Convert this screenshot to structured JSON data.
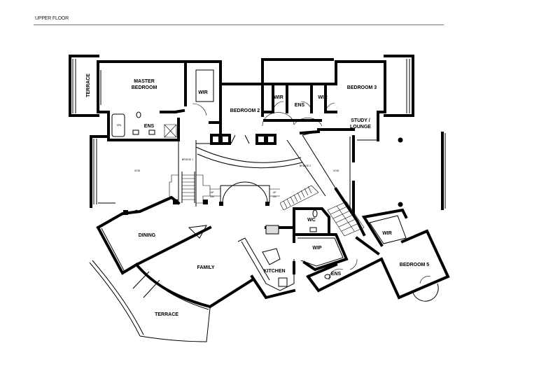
{
  "header": {
    "title": "UPPER FLOOR"
  },
  "rooms": {
    "terrace_top": "TERRACE",
    "master_bedroom_1": "MASTER",
    "master_bedroom_2": "BEDROOM",
    "wir_master": "WIR",
    "bedroom2": "BEDROOM 2",
    "wir_a": "WIR",
    "ens_mid": "ENS",
    "wir_b": "WIR",
    "bedroom3": "BEDROOM 3",
    "study_1": "STUDY /",
    "study_2": "LOUNGE",
    "ens_master": "ENS",
    "spa": "SPA",
    "void_left": "VOID",
    "void_right": "VOID",
    "bridge1": "BRIDGE 1",
    "bridge2": "BRIDGE 2",
    "dining": "DINING",
    "family": "FAMILY",
    "kitchen": "KITCHEN",
    "wc": "WC",
    "wip": "WIP",
    "ens_bed5": "ENS",
    "wir_bed5": "WIR",
    "bedroom5": "BEDROOM 5",
    "terrace_bottom": "TERRACE",
    "up1": "UP",
    "dn1": "DN",
    "up2": "UP",
    "dn2": "DN"
  }
}
